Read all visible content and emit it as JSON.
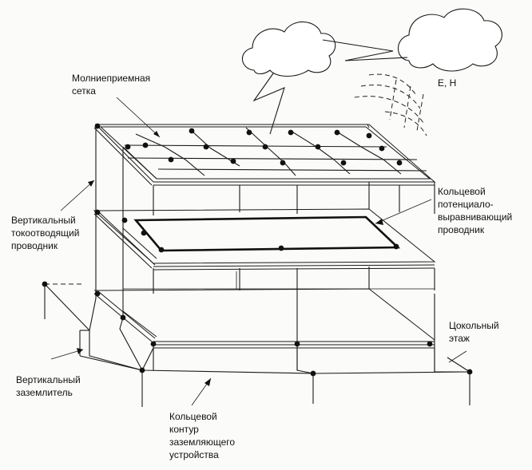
{
  "labels": {
    "mesh": [
      "Молниеприемная",
      "сетка"
    ],
    "field": "E, H",
    "vertical_conductor": [
      "Вертикальный",
      "токоотводящий",
      "проводник"
    ],
    "ring_conductor": [
      "Кольцевой",
      "потенциало-",
      "выравнивающий",
      "проводник"
    ],
    "basement": [
      "Цокольный",
      "этаж"
    ],
    "vertical_electrode": [
      "Вертикальный",
      "заземлитель"
    ],
    "ground_loop": [
      "Кольцевой",
      "контур",
      "заземляющего",
      "устройства"
    ]
  }
}
